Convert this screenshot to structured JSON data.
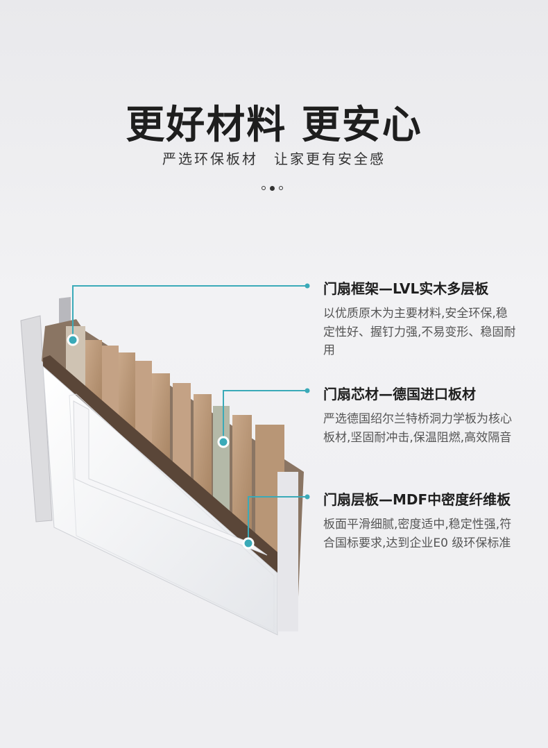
{
  "header": {
    "title": "更好材料 更安心",
    "subtitle": "严选环保板材　让家更有安全感"
  },
  "pager": {
    "count": 3,
    "active_index": 1
  },
  "accent_color": "#3aaab8",
  "callouts": [
    {
      "title": "门扇框架—LVL实木多层板",
      "body": "以优质原木为主要材料,安全环保,稳定性好、握钉力强,不易变形、稳固耐用"
    },
    {
      "title": "门扇芯材—德国进口板材",
      "body": "严选德国绍尔兰特桥洞力学板为核心板材,坚固耐冲击,保温阻燃,高效隔音"
    },
    {
      "title": "门扇层板—MDF中密度纤维板",
      "body": "板面平滑细腻,密度适中,稳定性强,符合国标要求,达到企业E0 级环保标准"
    }
  ]
}
